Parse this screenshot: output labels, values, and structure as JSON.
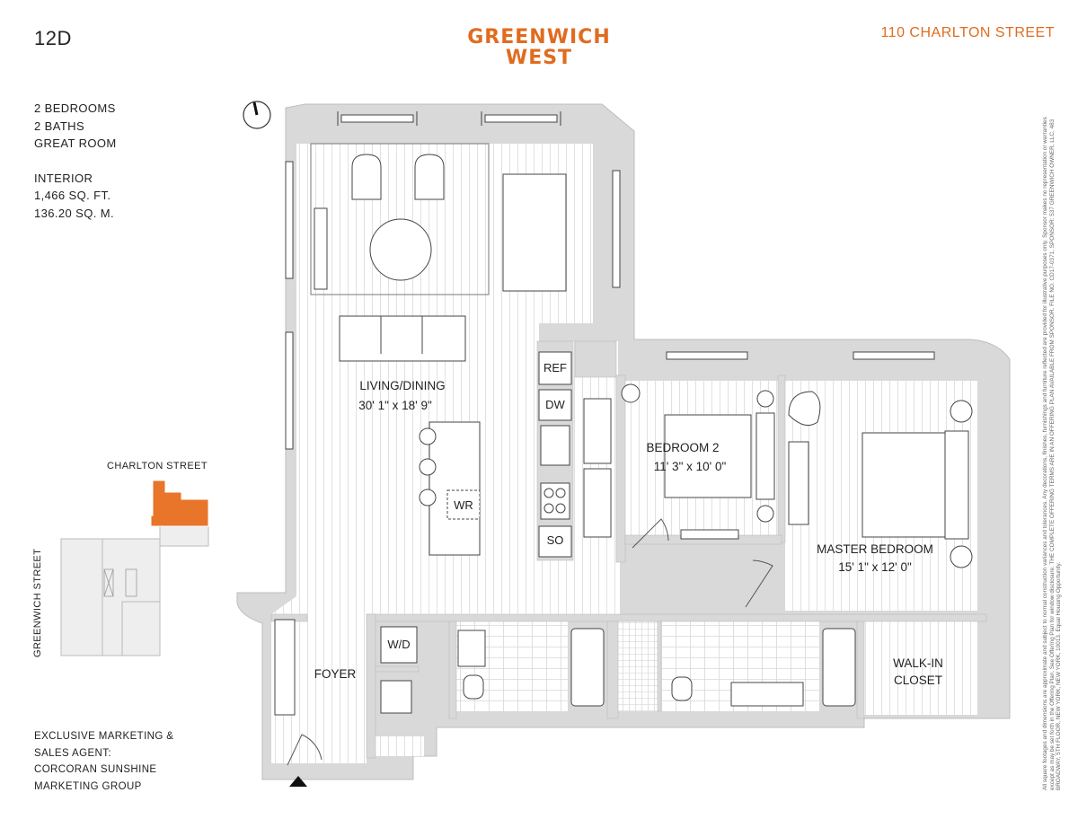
{
  "header": {
    "unit": "12D",
    "logo_line1": "GREENWICH",
    "logo_line2": "WEST",
    "address": "110 CHARLTON STREET"
  },
  "specs": {
    "bedrooms": "2 BEDROOMS",
    "baths": "2 BATHS",
    "great_room": "GREAT ROOM",
    "interior": "INTERIOR",
    "sqft": "1,466 SQ. FT.",
    "sqm": "136.20 SQ. M."
  },
  "key_plan": {
    "street_top": "CHARLTON STREET",
    "street_side": "GREENWICH STREET",
    "highlight_color": "#e8752a"
  },
  "agent": {
    "line1": "EXCLUSIVE MARKETING &",
    "line2": "SALES AGENT:",
    "line3": "CORCORAN SUNSHINE",
    "line4": "MARKETING GROUP"
  },
  "rooms": {
    "living_name": "LIVING/DINING",
    "living_size": "30' 1\" x 18' 9\"",
    "bed2_name": "BEDROOM 2",
    "bed2_size": "11' 3\" x 10' 0\"",
    "master_name": "MASTER BEDROOM",
    "master_size": "15' 1\" x 12' 0\"",
    "walkin_line1": "WALK-IN",
    "walkin_line2": "CLOSET",
    "foyer": "FOYER",
    "wd": "W/D",
    "wr": "WR",
    "ref": "REF",
    "dw": "DW",
    "so": "SO"
  },
  "disclaimer": "All square footages and dimensions are approximate and subject to normal construction variances and tolerances. Any decorations, finishes, furnishings and furniture reflected are provided for illustrative purposes only. Sponsor makes no representation or warranties except as may be set forth in the Offering Plan. See Offering Plan for window disclosure. THE COMPLETE OFFERING TERMS ARE IN AN OFFERING PLAN AVAILABLE FROM SPONSOR. FILE NO. CD17-0371. SPONSOR: 537 GREENWICH OWNER, LLC, 483 BROADWAY, 5TH FLOOR, NEW YORK, NEW YORK, 10013. Equal Housing Opportunity.",
  "colors": {
    "brand_orange": "#e06c1f",
    "wall_gray": "#d9d9d9"
  }
}
